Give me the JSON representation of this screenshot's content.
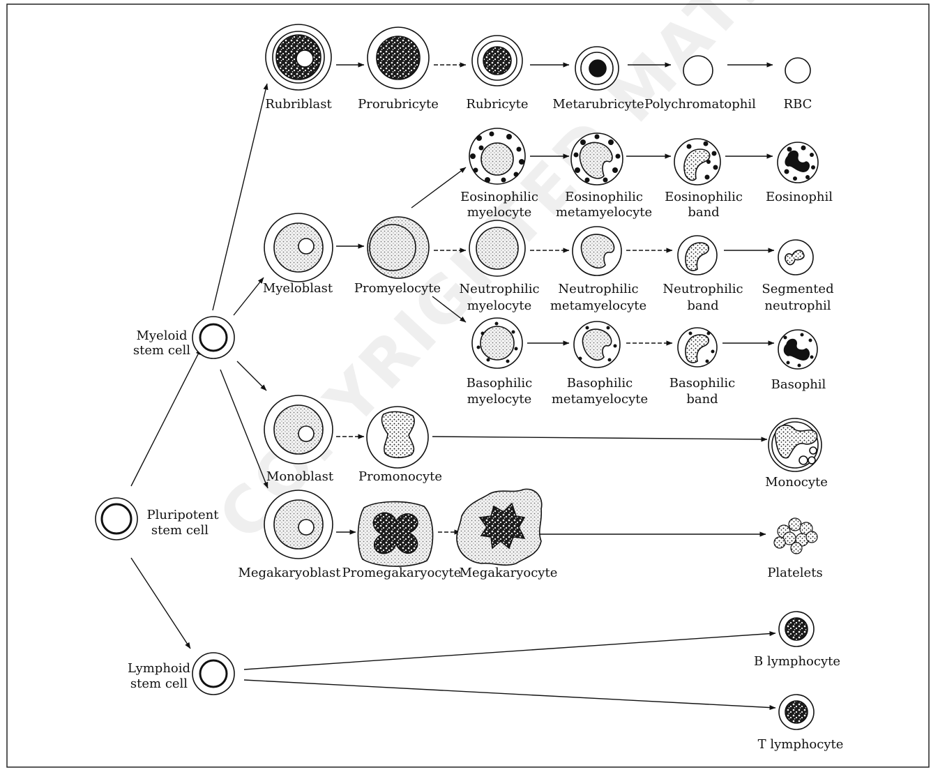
{
  "watermark": "COPYRIGHTED MATERIAL",
  "colors": {
    "line": "#111111",
    "fill_light": "#e4e4e4",
    "fill_dark": "#1a1a1a",
    "background": "#ffffff"
  },
  "stem_cells": {
    "pluripotent": [
      "Pluripotent",
      "stem cell"
    ],
    "myeloid": [
      "Myeloid",
      "stem cell"
    ],
    "lymphoid": [
      "Lymphoid",
      "stem cell"
    ]
  },
  "erythroid": [
    "Rubriblast",
    "Prorubricyte",
    "Rubricyte",
    "Metarubricyte",
    "Polychromatophil",
    "RBC"
  ],
  "myeloblast_line": {
    "myeloblast": "Myeloblast",
    "promyelocyte": "Promyelocyte"
  },
  "eosinophil": [
    [
      "Eosinophilic",
      "myelocyte"
    ],
    [
      "Eosinophilic",
      "metamyelocyte"
    ],
    [
      "Eosinophilic",
      "band"
    ],
    [
      "Eosinophil"
    ]
  ],
  "neutrophil": [
    [
      "Neutrophilic",
      "myelocyte"
    ],
    [
      "Neutrophilic",
      "metamyelocyte"
    ],
    [
      "Neutrophilic",
      "band"
    ],
    [
      "Segmented",
      "neutrophil"
    ]
  ],
  "basophil": [
    [
      "Basophilic",
      "myelocyte"
    ],
    [
      "Basophilic",
      "metamyelocyte"
    ],
    [
      "Basophilic",
      "band"
    ],
    [
      "Basophil"
    ]
  ],
  "monocyte_line": [
    "Monoblast",
    "Promonocyte",
    "Monocyte"
  ],
  "megakaryocyte_line": [
    "Megakaryoblast",
    "Promegakaryocyte",
    "Megakaryocyte",
    "Platelets"
  ],
  "lymphocytes": [
    "B lymphocyte",
    "T lymphocyte"
  ]
}
